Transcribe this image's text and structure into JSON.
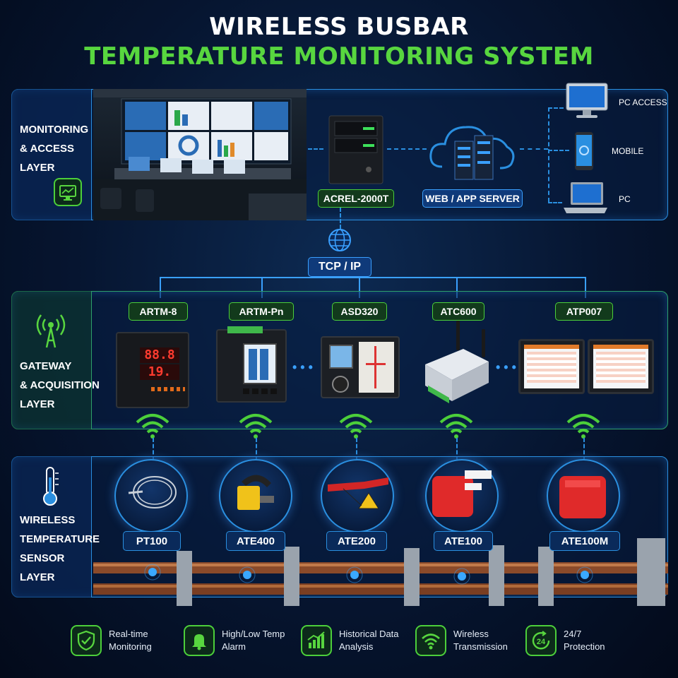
{
  "title": {
    "line1": "WIRELESS BUSBAR",
    "line2": "TEMPERATURE MONITORING SYSTEM"
  },
  "layers": {
    "monitoring": {
      "line1": "MONITORING",
      "line2": "& ACCESS",
      "line3": "LAYER",
      "icon": "monitor-icon"
    },
    "gateway": {
      "line1": "GATEWAY",
      "line2": "& ACQUISITION",
      "line3": "LAYER",
      "icon": "antenna-icon"
    },
    "sensor": {
      "line1": "WIRELESS",
      "line2": "TEMPERATURE",
      "line3": "SENSOR",
      "line4": "LAYER",
      "icon": "thermometer-icon"
    }
  },
  "monitoring": {
    "server_tag": "ACREL-2000T",
    "web_tag": "WEB / APP SERVER",
    "clients": [
      "PC ACCESS",
      "MOBILE",
      "PC"
    ]
  },
  "network": {
    "label": "TCP / IP",
    "icon": "globe-icon"
  },
  "gateways": [
    "ARTM-8",
    "ARTM-Pn",
    "ASD320",
    "ATC600",
    "ATP007"
  ],
  "sensors": [
    "PT100",
    "ATE400",
    "ATE200",
    "ATE100",
    "ATE100M"
  ],
  "meter_display": {
    "top": "88.8",
    "bottom": "19."
  },
  "features": [
    {
      "line1": "Real-time",
      "line2": "Monitoring",
      "icon": "shield-check-icon"
    },
    {
      "line1": "High/Low Temp",
      "line2": "Alarm",
      "icon": "bell-icon"
    },
    {
      "line1": "Historical Data",
      "line2": "Analysis",
      "icon": "chart-icon"
    },
    {
      "line1": "Wireless",
      "line2": "Transmission",
      "icon": "wifi-icon"
    },
    {
      "line1": "24/7",
      "line2": "Protection",
      "icon": "clock-24-icon"
    },
    {
      "badge": "24"
    }
  ],
  "colors": {
    "accent_green": "#58d63f",
    "accent_blue": "#2a8fe0",
    "background": "#061530"
  }
}
